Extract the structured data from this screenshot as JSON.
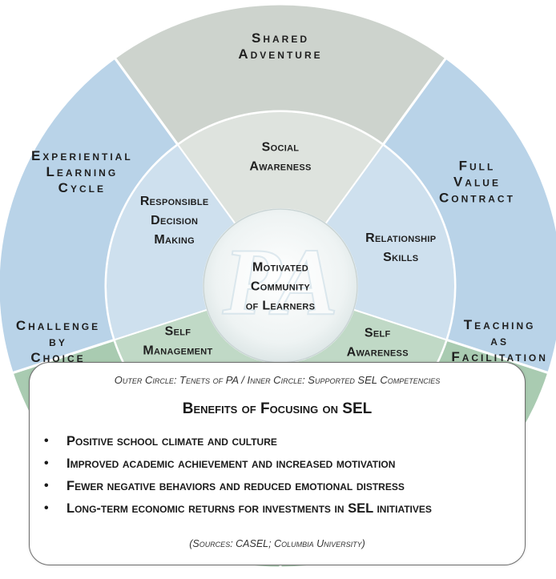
{
  "outer_circle": [
    {
      "id": "shared-adventure",
      "lines": [
        "Shared",
        "Adventure"
      ],
      "color": "#cdd3cd"
    },
    {
      "id": "full-value-contract",
      "lines": [
        "Full",
        "Value",
        "Contract"
      ],
      "color": "#b9d3e8"
    },
    {
      "id": "teaching-as-facilitation",
      "lines": [
        "Teaching",
        "as",
        "Facilitation"
      ],
      "color": "#a9cbb1"
    },
    {
      "id": "challenge-by-choice",
      "lines": [
        "Challenge",
        "by",
        "Choice"
      ],
      "color": "#a9cbb1"
    },
    {
      "id": "experiential-learning-cycle",
      "lines": [
        "Experiential",
        "Learning",
        "Cycle"
      ],
      "color": "#b9d3e8"
    }
  ],
  "inner_circle": [
    {
      "id": "social-awareness",
      "lines": [
        "Social",
        "Awareness"
      ]
    },
    {
      "id": "relationship-skills",
      "lines": [
        "Relationship",
        "Skills"
      ]
    },
    {
      "id": "self-awareness",
      "lines": [
        "Self",
        "Awareness"
      ]
    },
    {
      "id": "self-management",
      "lines": [
        "Self",
        "Management"
      ]
    },
    {
      "id": "responsible-decision-making",
      "lines": [
        "Responsible",
        "Decision",
        "Making"
      ]
    }
  ],
  "center": {
    "lines": [
      "Motivated",
      "Community",
      "of Learners"
    ],
    "logo_text": "PA"
  },
  "caption": "Outer Circle: Tenets of PA / Inner Circle: Supported SEL Competencies",
  "benefits": {
    "title": "Benefits of Focusing on SEL",
    "items": [
      "Positive school climate and culture",
      "Improved academic achievement and increased motivation",
      "Fewer negative behaviors and reduced emotional distress",
      "Long-term economic returns for investments in SEL initiatives"
    ]
  },
  "sources": "(Sources: CASEL; Columbia University)"
}
